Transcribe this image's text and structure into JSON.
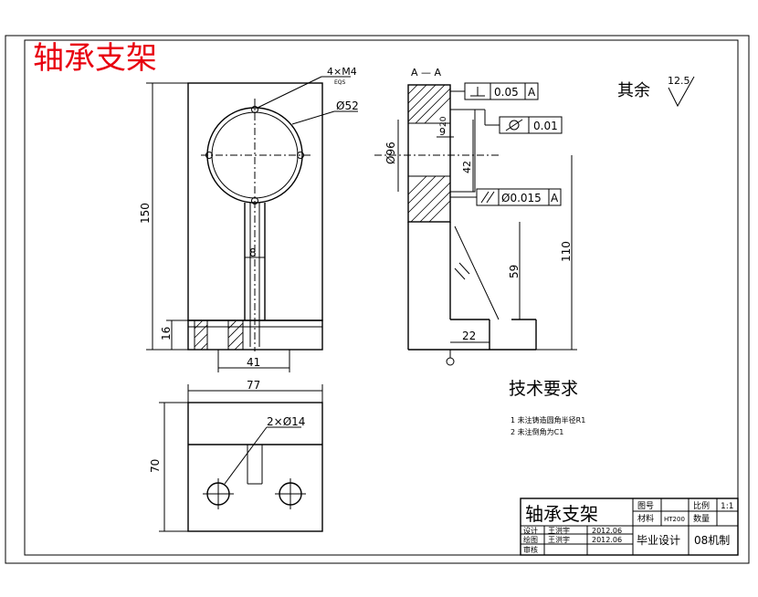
{
  "header": {
    "big_title": "轴承支架"
  },
  "views": {
    "section_label": "A — A",
    "dims": {
      "d_150": "150",
      "d_16": "16",
      "d_41": "41",
      "d_77": "77",
      "d_70": "70",
      "d_8": "8",
      "d_4m4": "4×M4",
      "d_4m4_sub": "EQS",
      "d_52": "Ø52",
      "d_2x14": "2×Ø14",
      "d_96": "Ø96",
      "d_42": "42",
      "d_9": "9",
      "d_20": "20",
      "d_59": "59",
      "d_22": "22",
      "d_110": "110"
    },
    "tolerances": {
      "perp_value": "0.05",
      "perp_ref": "A",
      "circ_value": "0.01",
      "par_value": "Ø0.015",
      "par_ref": "A"
    },
    "surface": {
      "others_label": "其余",
      "roughness": "12.5"
    }
  },
  "notes": {
    "heading": "技术要求",
    "items": [
      "1  未注铸造圆角半径R1",
      "2  未注倒角为C1"
    ]
  },
  "title_block": {
    "part_name": "轴承支架",
    "drawing_no_label": "图号",
    "scale_label": "比例",
    "scale_value": "1:1",
    "material_label": "材料",
    "material_value": "HT200",
    "qty_label": "数量",
    "design_label": "设计",
    "design_name": "王洪宇",
    "design_date": "2012.06",
    "draw_label": "绘图",
    "draw_name": "王洪宇",
    "draw_date": "2012.06",
    "review_label": "审核",
    "project": "毕业设计",
    "class_name": "08机制"
  },
  "colors": {
    "title_red": "#e8000f"
  }
}
